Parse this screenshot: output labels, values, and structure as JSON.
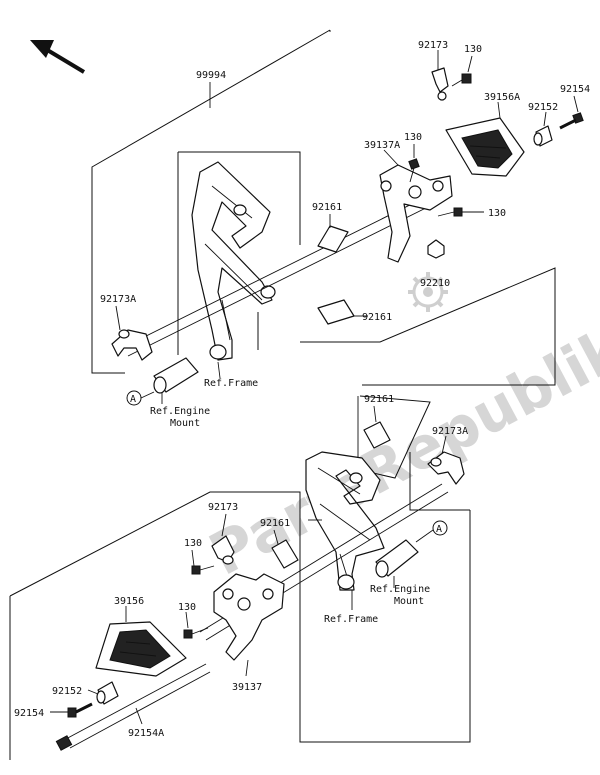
{
  "watermark": "PartsRepublik",
  "callouts": {
    "c99994": "99994",
    "c92173_top": "92173",
    "c130_top": "130",
    "c92154_top": "92154",
    "c39156A": "39156A",
    "c92152_top": "92152",
    "c39137A": "39137A",
    "c130_mid": "130",
    "c130_right": "130",
    "c92161_a": "92161",
    "c92210": "92210",
    "c92173A_top": "92173A",
    "c92161_b": "92161",
    "ref_frame_top": "Ref.Frame",
    "ref_engine_top_1": "Ref.Engine",
    "ref_engine_top_2": "Mount",
    "circle_a_top": "A",
    "c92161_c": "92161",
    "c92173A_bot": "92173A",
    "c92173_bot": "92173",
    "c92161_d": "92161",
    "c130_bot_1": "130",
    "c130_bot_2": "130",
    "c39156": "39156",
    "circle_a_bot": "A",
    "ref_engine_bot_1": "Ref.Engine",
    "ref_engine_bot_2": "Mount",
    "ref_frame_bot": "Ref.Frame",
    "c39137": "39137",
    "c92152_bot": "92152",
    "c92154_bot": "92154",
    "c92154A": "92154A"
  },
  "icons": [
    "direction-arrow-icon",
    "gear-stamp-icon"
  ]
}
